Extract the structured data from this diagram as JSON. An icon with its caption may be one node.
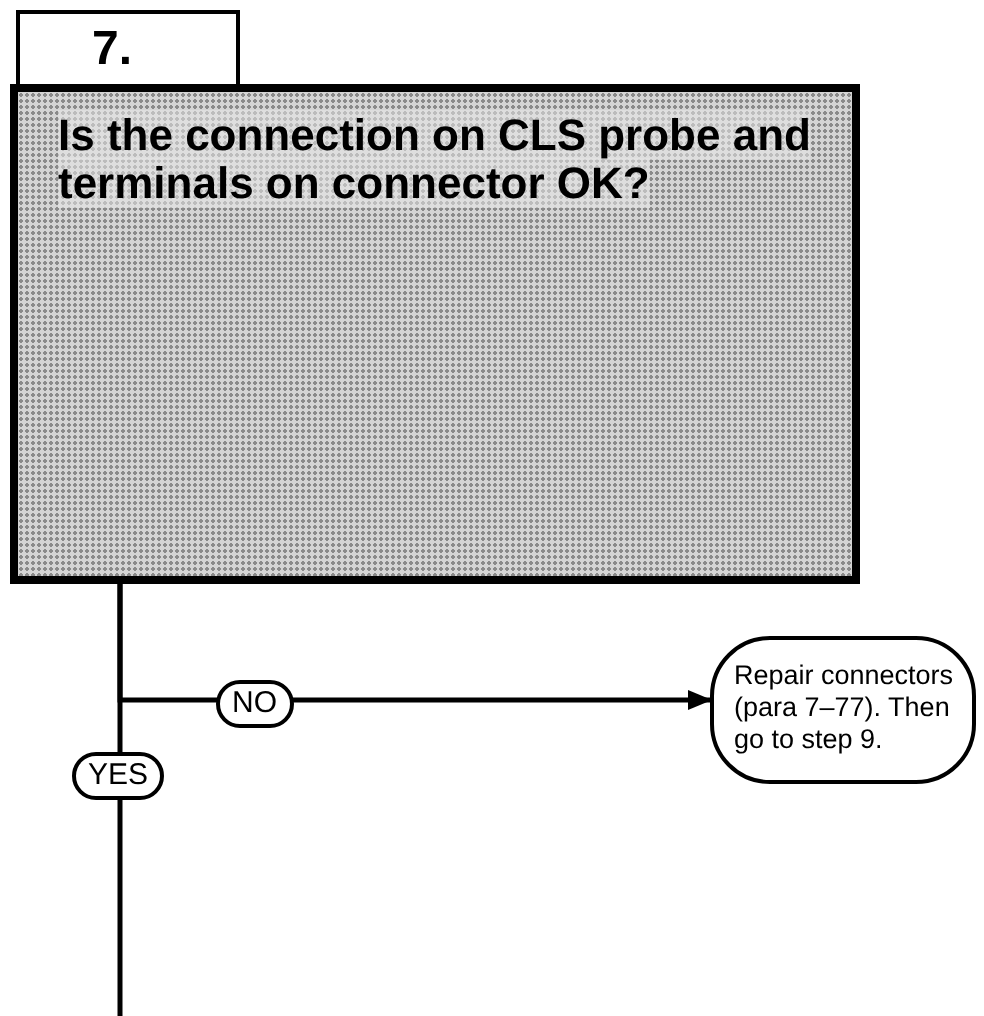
{
  "diagram": {
    "nodes": [
      {
        "text": [
          "7."
        ]
      },
      {
        "text": [
          "Is the connection on CLS probe and terminals on connector OK?"
        ]
      },
      {
        "text": [
          "Repair connectors (para 7–77). Then go to step 9."
        ]
      }
    ],
    "edges": [
      {
        "from": 1,
        "to": 2,
        "arrow": "to",
        "label": "NO"
      },
      {
        "from": 1,
        "to": null,
        "arrow": "none",
        "label": "YES"
      }
    ]
  }
}
